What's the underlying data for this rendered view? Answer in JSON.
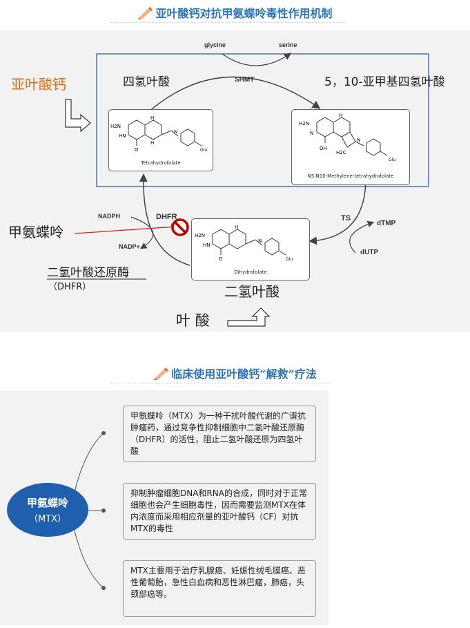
{
  "section1": {
    "title": "亚叶酸钙对抗甲氨蝶呤毒性作用机制",
    "diagram": {
      "leucovorin_label": "亚叶酸钙",
      "thf_cn": "四氢叶酸",
      "methylene_cn": "5，10-亚甲基四氢叶酸",
      "glycine": "glycine",
      "serine": "serine",
      "shmt": "SHMT",
      "thf_caption": "Tetrahydrofolate",
      "methylene_caption": "N5,N10-Methylene-tetrahydrofolate",
      "dhf_caption": "Dihydrofolate",
      "dhf_cn": "二氢叶酸",
      "nadph": "NADPH",
      "nadp": "NADP+",
      "dhfr": "DHFR",
      "ts": "TS",
      "dtmp": "dTMP",
      "dutp": "dUTP",
      "mtx_label": "甲氨蝶呤",
      "dhfr_cn": "二氢叶酸还原酶",
      "dhfr_abbr": "（DHFR）",
      "folic_acid": "叶 酸",
      "glu": "Glu",
      "h2n": "H2N",
      "hn": "HN",
      "n": "N",
      "h": "H",
      "o": "O",
      "oh": "OH",
      "h2c": "H2C"
    },
    "colors": {
      "title": "#2e75b6",
      "leucovorin": "#e36c0a",
      "mtx_arrow": "#e02020",
      "frame": "#2e5fa8"
    }
  },
  "section2": {
    "title": "临床使用亚叶酸钙“解救”疗法",
    "center_title": "甲氨蝶呤",
    "center_sub": "（MTX）",
    "boxes": [
      "甲氨蝶呤（MTX）为一种干扰叶酸代谢的广谱抗肿瘤药，通过竞争性抑制细胞中二氢叶酸还原酶（DHFR）的活性，阻止二氢叶酸还原为四氢叶酸",
      "抑制肿瘤细胞DNA和RNA的合成，同时对于正常细胞也会产生细胞毒性，因而需要监测MTX在体内浓度而采用相应剂量的亚叶酸钙（CF）对抗MTX的毒性",
      "MTX主要用于治疗乳腺癌、妊娠性绒毛膜癌、恶性葡萄胎，急性白血病和恶性淋巴瘤，肺癌，头颈部癌等。"
    ],
    "colors": {
      "node": "#1f5fae"
    }
  }
}
